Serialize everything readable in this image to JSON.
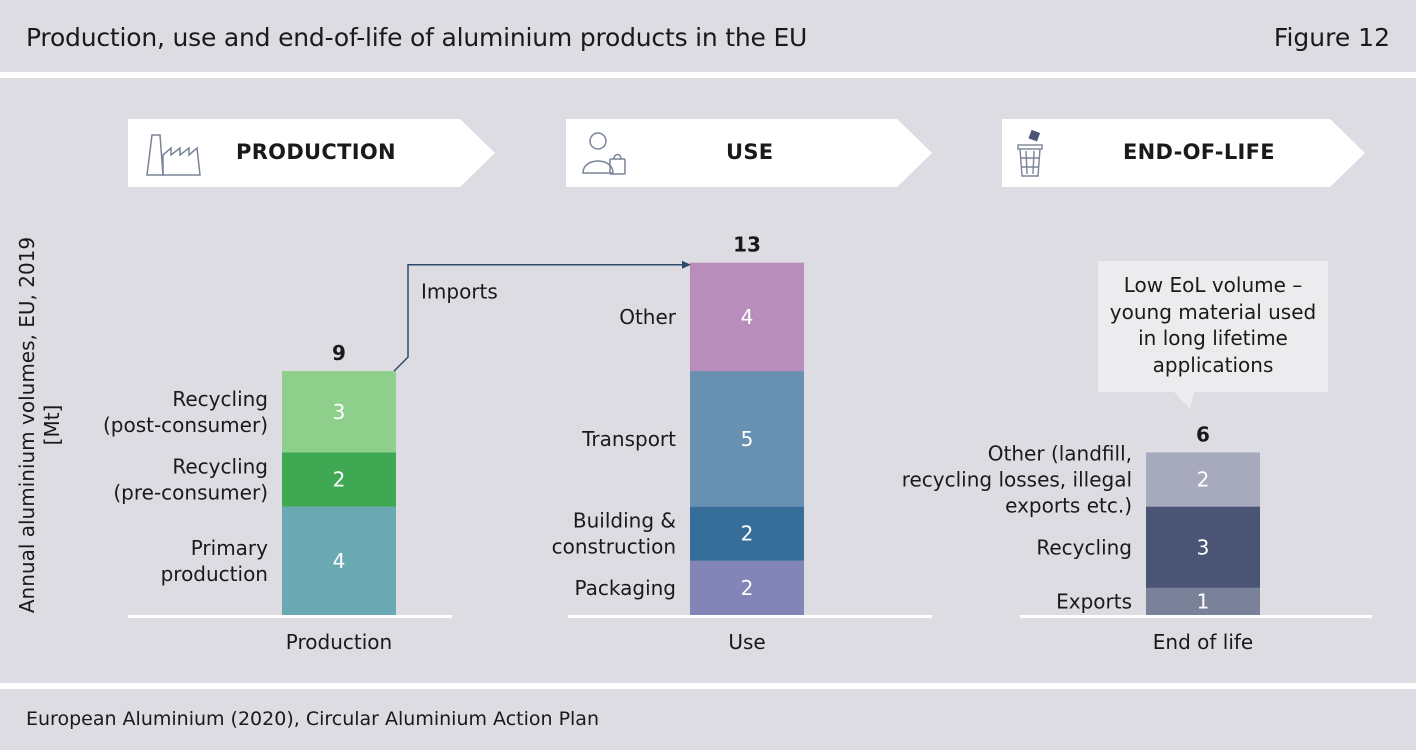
{
  "header": {
    "title": "Production, use and end-of-life of aluminium products in the EU",
    "figure": "Figure 12"
  },
  "stages": [
    {
      "label": "PRODUCTION",
      "icon": "factory-icon"
    },
    {
      "label": "USE",
      "icon": "user-shopping-bag-icon"
    },
    {
      "label": "END-OF-LIFE",
      "icon": "trash-bin-icon"
    }
  ],
  "callout": {
    "lines": [
      "Low EoL volume –",
      "young material used",
      "in long lifetime",
      "applications"
    ]
  },
  "chart_data": {
    "type": "bar",
    "stacked": true,
    "ylabel": [
      "Annual aluminium volumes, EU, 2019",
      "[Mt]"
    ],
    "annotation": "Imports",
    "categories": [
      "Production",
      "Use",
      "End of life"
    ],
    "bars": [
      {
        "category": "Production",
        "total": 9,
        "segments": [
          {
            "label": [
              "Primary",
              "production"
            ],
            "value": 4,
            "color": "#6aa8b3"
          },
          {
            "label": [
              "Recycling",
              "(pre-consumer)"
            ],
            "value": 2,
            "color": "#3ea952"
          },
          {
            "label": [
              "Recycling",
              "(post-consumer)"
            ],
            "value": 3,
            "color": "#8ed08b"
          }
        ]
      },
      {
        "category": "Use",
        "total": 13,
        "segments": [
          {
            "label": [
              "Packaging"
            ],
            "value": 2,
            "color": "#8385b6"
          },
          {
            "label": [
              "Building &",
              "construction"
            ],
            "value": 2,
            "color": "#366e99"
          },
          {
            "label": [
              "Transport"
            ],
            "value": 5,
            "color": "#6790b1"
          },
          {
            "label": [
              "Other"
            ],
            "value": 4,
            "color": "#b98dbb"
          }
        ]
      },
      {
        "category": "End of life",
        "total": 6,
        "segments": [
          {
            "label": [
              "Exports"
            ],
            "value": 1,
            "color": "#7a8299"
          },
          {
            "label": [
              "Recycling"
            ],
            "value": 3,
            "color": "#4a5474"
          },
          {
            "label": [
              "Other (landfill,",
              "recycling losses, illegal",
              "exports etc.)"
            ],
            "value": 2,
            "color": "#a7a9bd"
          }
        ]
      }
    ]
  },
  "footer": {
    "source": "European Aluminium (2020), Circular Aluminium Action Plan"
  }
}
